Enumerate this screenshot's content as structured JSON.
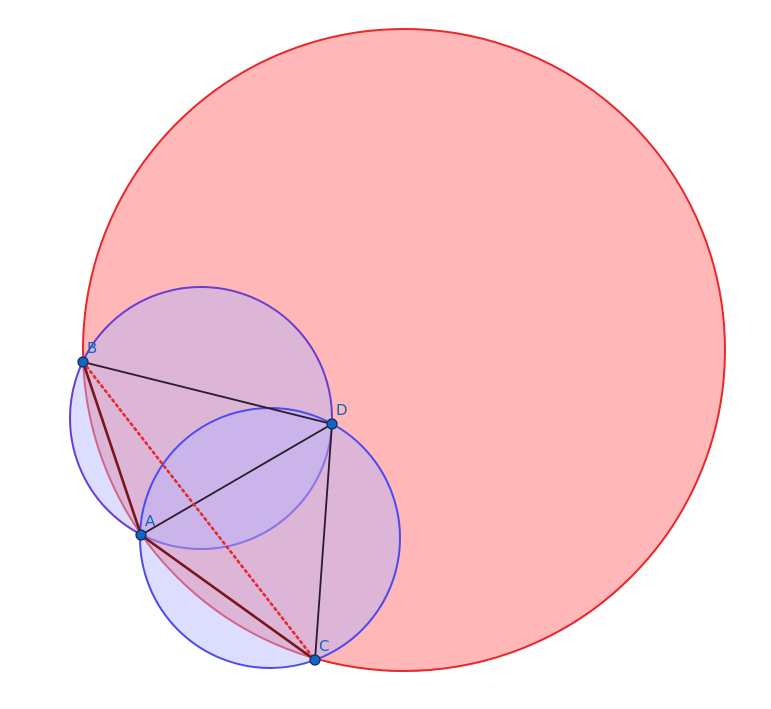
{
  "figure": {
    "points": {
      "A": {
        "label": "A"
      },
      "B": {
        "label": "B"
      },
      "C": {
        "label": "C"
      },
      "D": {
        "label": "D"
      }
    },
    "colors": {
      "big_circle_fill": "#ff9999",
      "big_circle_stroke": "#e8282c",
      "small_circle_fill": "#b3b3ff",
      "small_circle_stroke": "#4b4bef",
      "segment": "#2a1a2a",
      "chord_dotted": "#e8282c",
      "point_fill": "#1565c0",
      "label": "#1565c0"
    }
  }
}
